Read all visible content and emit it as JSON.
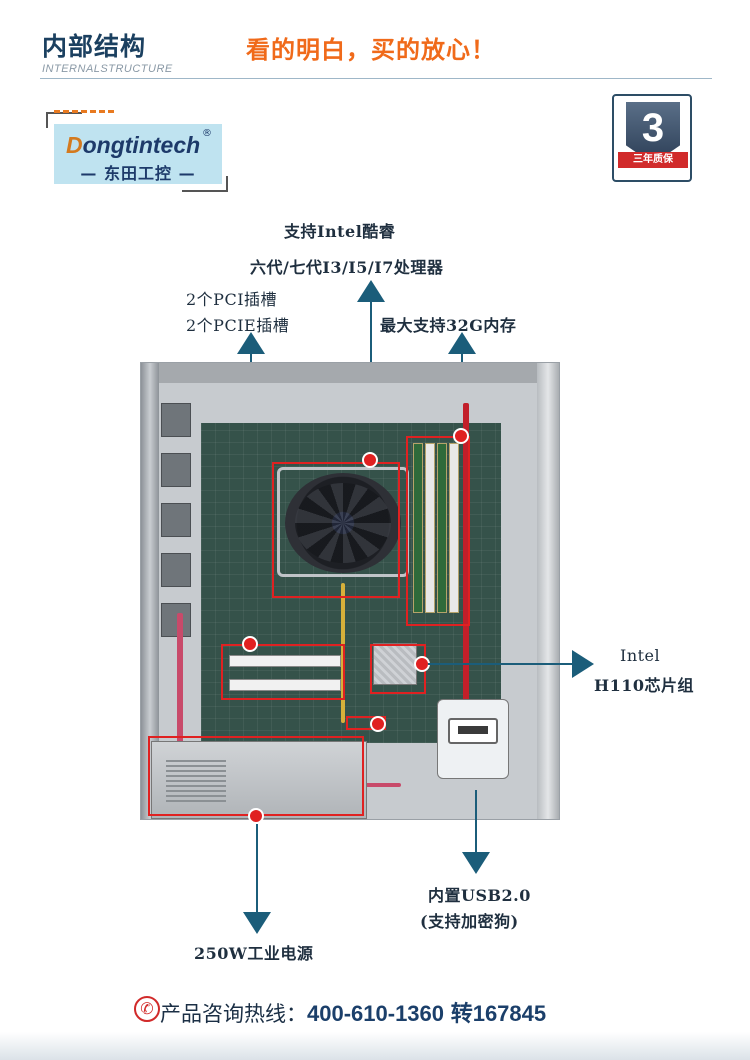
{
  "header": {
    "title": "内部结构",
    "slogan": "看的明白，买的放心！",
    "subtitle": "INTERNALSTRUCTURE"
  },
  "logo": {
    "brand_en_first": "D",
    "brand_en_rest": "ongtintech",
    "registered": "®",
    "brand_cn": "— 东田工控 —"
  },
  "badge": {
    "number": "3",
    "text": "三年质保"
  },
  "annotations": {
    "cpu_line1": "支持Intel酷睿",
    "cpu_line2": "六代/七代I3/I5/I7处理器",
    "pci_line1": "2个PCI插槽",
    "pci_line2": "2个PCIE插槽",
    "memory": "最大支持32G内存",
    "chipset_line1": "Intel",
    "chipset_line2": "H110芯片组",
    "usb_line1": "内置USB2.0",
    "usb_line2": "(支持加密狗)",
    "psu": "250W工业电源"
  },
  "footer": {
    "phone_label": "产品咨询热线：",
    "phone_number": "400-610-1360",
    "ext": "转167845"
  },
  "colors": {
    "accent_orange": "#f06a1a",
    "navy": "#1b4060",
    "highlight_red": "#e02121",
    "arrow_blue": "#1b5d7a"
  }
}
